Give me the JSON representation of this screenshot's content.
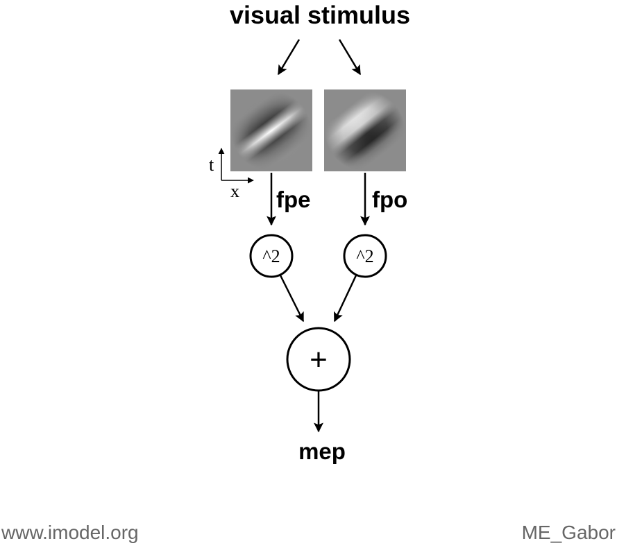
{
  "title": "visual stimulus",
  "filters": {
    "even": {
      "label": "fpe"
    },
    "odd": {
      "label": "fpo"
    }
  },
  "axes": {
    "t_label": "t",
    "x_label": "x"
  },
  "nodes": {
    "square_left": "^2",
    "square_right": "^2",
    "sum": "+"
  },
  "output_label": "mep",
  "footer": {
    "website": "www.imodel.org",
    "model_name": "ME_Gabor"
  }
}
